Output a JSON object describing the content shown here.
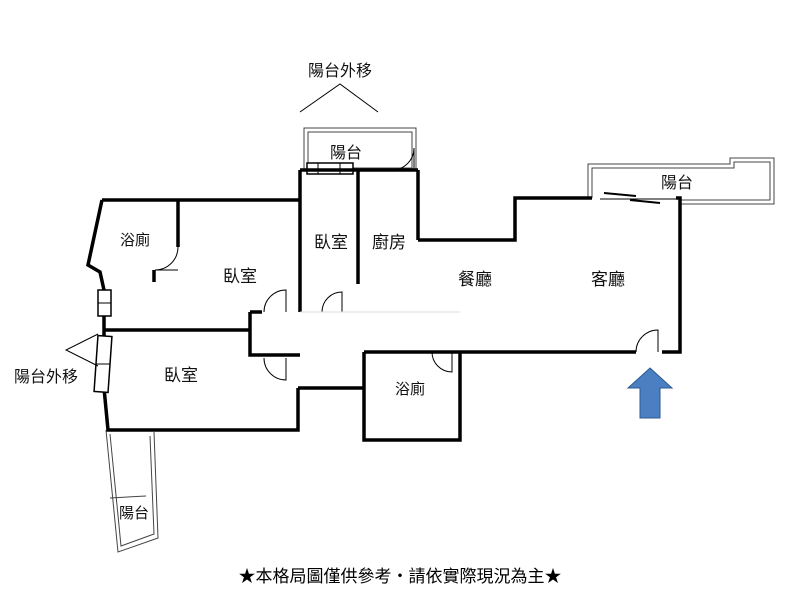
{
  "rooms": {
    "balcony_move_top": "陽台外移",
    "balcony_top": "陽台",
    "balcony_right": "陽台",
    "bath_left": "浴廁",
    "bedroom_left": "臥室",
    "bedroom_small": "臥室",
    "kitchen": "廚房",
    "dining": "餐廳",
    "living": "客廳",
    "balcony_move_left": "陽台外移",
    "bedroom_bottom": "臥室",
    "bath_center": "浴廁",
    "balcony_bottom": "陽台"
  },
  "disclaimer": "★本格局圖僅供參考‧請依實際現況為主★",
  "colors": {
    "entrance_arrow": "#4a7fc1",
    "entrance_arrow_stroke": "#2c5a92",
    "walls": "#000000"
  },
  "icons": {
    "entrance": "up-arrow-icon"
  }
}
